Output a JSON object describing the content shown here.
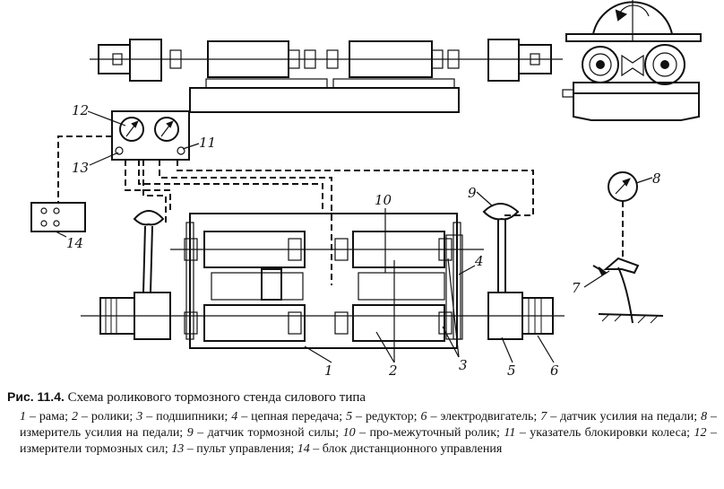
{
  "figure": {
    "number": "Рис. 11.4.",
    "title": "Схема роликового тормозного стенда силового типа"
  },
  "callouts": [
    "1",
    "2",
    "3",
    "4",
    "5",
    "6",
    "7",
    "8",
    "9",
    "10",
    "11",
    "12",
    "13",
    "14"
  ],
  "legend": [
    {
      "num": "1",
      "text": " – рама; "
    },
    {
      "num": "2",
      "text": " – ролики; "
    },
    {
      "num": "3",
      "text": " – подшипники; "
    },
    {
      "num": "4",
      "text": " – цепная передача; "
    },
    {
      "num": "5",
      "text": " – редуктор; "
    },
    {
      "num": "6",
      "text": " – электродвигатель; "
    },
    {
      "num": "7",
      "text": " – датчик усилия на педали; "
    },
    {
      "num": "8",
      "text": " – измеритель усилия на педали; "
    },
    {
      "num": "9",
      "text": " – датчик тормозной силы; "
    },
    {
      "num": "10",
      "text": " – про-межуточный ролик; "
    },
    {
      "num": "11",
      "text": " – указатель блокировки колеса; "
    },
    {
      "num": "12",
      "text": " – измерители тормозных сил; "
    },
    {
      "num": "13",
      "text": " – пульт управления; "
    },
    {
      "num": "14",
      "text": " – блок дистанционного управления"
    }
  ]
}
